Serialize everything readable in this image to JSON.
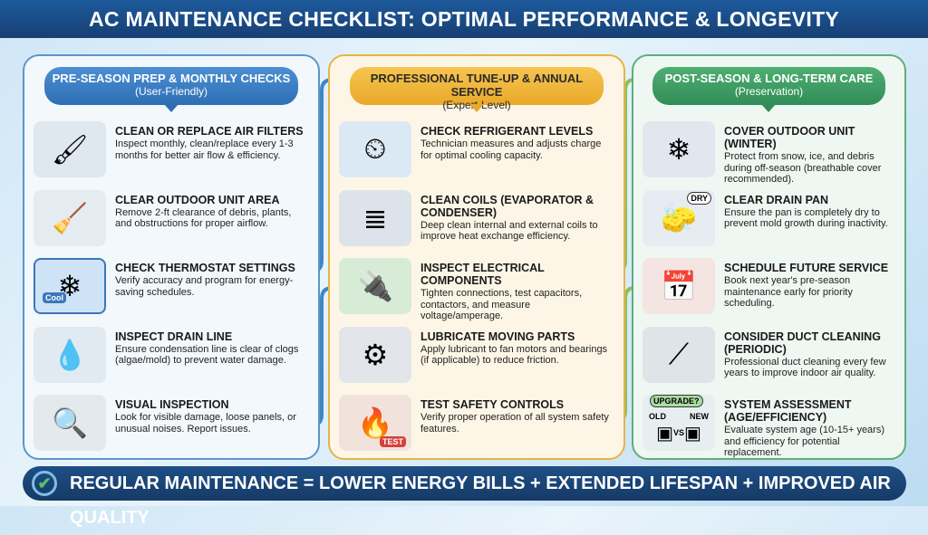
{
  "title": "AC MAINTENANCE CHECKLIST: OPTIMAL PERFORMANCE & LONGEVITY",
  "colors": {
    "blue": "#2e6fb4",
    "yellow": "#e9a92a",
    "green": "#318d57",
    "navy": "#173f73"
  },
  "sections": [
    {
      "heading": "PRE-SEASON PREP & MONTHLY CHECKS",
      "subheading": "(User-Friendly)",
      "items": [
        {
          "icon": "air-filter-brush-icon",
          "title": "CLEAN OR REPLACE AIR FILTERS",
          "desc": "Inspect monthly, clean/replace every 1-3 months for better air flow & efficiency."
        },
        {
          "icon": "worker-raking-outdoor-unit-icon",
          "title": "CLEAR OUTDOOR UNIT AREA",
          "desc": "Remove 2-ft clearance of debris, plants, and obstructions for proper airflow."
        },
        {
          "icon": "thermostat-calendar-icon",
          "title": "CHECK THERMOSTAT SETTINGS",
          "desc": "Verify accuracy and program for energy-saving schedules.",
          "label": "Cool"
        },
        {
          "icon": "drain-pipe-icon",
          "title": "INSPECT DRAIN LINE",
          "desc": "Ensure condensation line is clear of clogs (algae/mold) to prevent water damage."
        },
        {
          "icon": "magnifier-ac-unit-icon",
          "title": "VISUAL INSPECTION",
          "desc": "Look for visible damage, loose panels, or unusual noises. Report issues."
        }
      ]
    },
    {
      "heading": "PROFESSIONAL TUNE-UP & ANNUAL SERVICE",
      "subheading": "(Expert-Level)",
      "items": [
        {
          "icon": "refrigerant-gauges-icon",
          "title": "CHECK REFRIGERANT LEVELS",
          "desc": "Technician measures and adjusts charge for optimal cooling capacity."
        },
        {
          "icon": "coil-spray-gun-icon",
          "title": "CLEAN COILS (EVAPORATOR & CONDENSER)",
          "desc": "Deep clean internal and external coils to improve heat exchange efficiency."
        },
        {
          "icon": "circuit-board-multimeter-icon",
          "title": "INSPECT ELECTRICAL COMPONENTS",
          "desc": "Tighten connections, test capacitors, contactors, and measure voltage/amperage."
        },
        {
          "icon": "motor-oil-can-icon",
          "title": "LUBRICATE MOVING PARTS",
          "desc": "Apply lubricant to fan motors and bearings (if applicable) to reduce friction."
        },
        {
          "icon": "safety-switch-flame-icon",
          "title": "TEST SAFETY CONTROLS",
          "desc": "Verify proper operation of all system safety features.",
          "label": "TEST"
        }
      ]
    },
    {
      "heading": "POST-SEASON & LONG-TERM CARE",
      "subheading": "(Preservation)",
      "items": [
        {
          "icon": "covered-unit-snowflake-icon",
          "title": "COVER OUTDOOR UNIT (WINTER)",
          "desc": "Protect from snow, ice, and debris during off-season (breathable cover recommended)."
        },
        {
          "icon": "sponge-drain-pan-icon",
          "title": "CLEAR DRAIN PAN",
          "desc": "Ensure the pan is completely dry to prevent mold growth during inactivity.",
          "label": "DRY"
        },
        {
          "icon": "calendar-bell-icon",
          "title": "SCHEDULE FUTURE SERVICE",
          "desc": "Book next year's pre-season maintenance early for priority scheduling."
        },
        {
          "icon": "duct-vacuum-icon",
          "title": "CONSIDER DUCT CLEANING (PERIODIC)",
          "desc": "Professional duct cleaning every few years to improve indoor air quality."
        },
        {
          "icon": "old-vs-new-unit-icon",
          "title": "SYSTEM ASSESSMENT (AGE/EFFICIENCY)",
          "desc": "Evaluate system age (10-15+ years) and efficiency for potential replacement.",
          "label": "UPGRADE?",
          "old": "OLD",
          "new": "NEW",
          "vs": "VS"
        }
      ]
    }
  ],
  "footer": "REGULAR MAINTENANCE = LOWER ENERGY BILLS + EXTENDED LIFESPAN + IMPROVED AIR QUALITY"
}
